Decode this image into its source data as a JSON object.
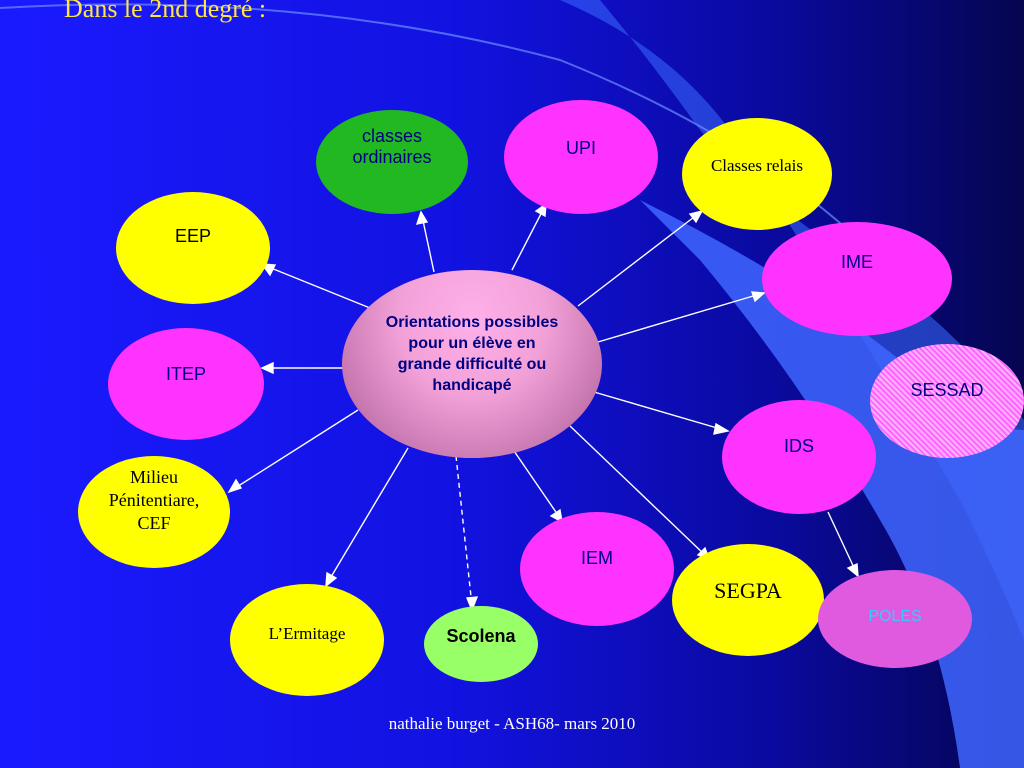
{
  "slide": {
    "title": "Dans le 2nd degré :",
    "footer": "nathalie burget - ASH68- mars 2010"
  },
  "center": {
    "label": "Orientations possibles\npour un élève en\ngrande difficulté ou\nhandicapé"
  },
  "nodes": {
    "classes_ordinaires": "classes\nordinaires",
    "upi": "UPI",
    "classes_relais": "Classes relais",
    "eep": "EEP",
    "ime": "IME",
    "itep": "ITEP",
    "sessad": "SESSAD",
    "ids": "IDS",
    "milieu": "Milieu\nPénitentiare,\nCEF",
    "iem": "IEM",
    "segpa": "SEGPA",
    "poles": "POLES",
    "ermitage": "L’Ermitage",
    "scolena": "Scolena"
  },
  "colors": {
    "background": "#1a1aff",
    "title": "#ffe640",
    "yellow_node": "#ffff00",
    "magenta_node": "#ff33ff",
    "green_node": "#22b822",
    "lime_node": "#99ff66",
    "poles_text": "#33ccff",
    "node_text": "#000080"
  }
}
